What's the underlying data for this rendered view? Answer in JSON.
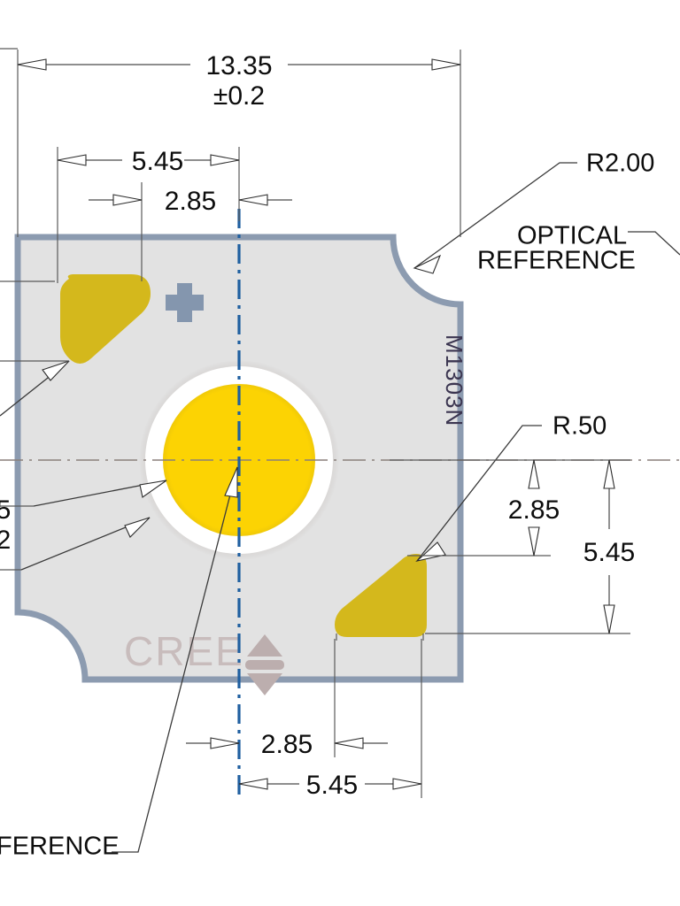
{
  "drawing": {
    "title": "Cree LED package outline dimension drawing",
    "part_number": "M1303N",
    "brand": "CREE",
    "colors": {
      "body_fill": "#e2e2e2",
      "body_edge": "#8c9bb0",
      "pad_gold": "#d4b81c",
      "les_yellow": "#fcd303",
      "ring_white": "#ffffff",
      "marker_blue": "#8496ae",
      "centerline_blue": "#1f5fa0",
      "centerline_gray": "#8a7f7a",
      "dim_text": "#0d0d0d",
      "brand_gray": "#c8bcbc",
      "part_text": "#3b3550"
    }
  },
  "dimensions": {
    "overall_width": "13.35",
    "overall_tolerance": "±0.2",
    "top_large": "5.45",
    "top_small": "2.85",
    "bottom_small": "2.85",
    "bottom_large": "5.45",
    "right_small": "2.85",
    "right_large": "5.45",
    "corner_radius": "R2.00",
    "pad_radius": "R.50"
  },
  "annotations": {
    "optical_reference": "OPTICAL\nREFERENCE",
    "optical_reference_line1": "OPTICAL",
    "optical_reference_line2": "REFERENCE",
    "reference_cut_left": "FERENCE",
    "left_cut_1": "5",
    "left_cut_2": "2"
  },
  "markers": {
    "anode_plus": "+",
    "brand_glyph": "cree-arrow-glyph"
  }
}
